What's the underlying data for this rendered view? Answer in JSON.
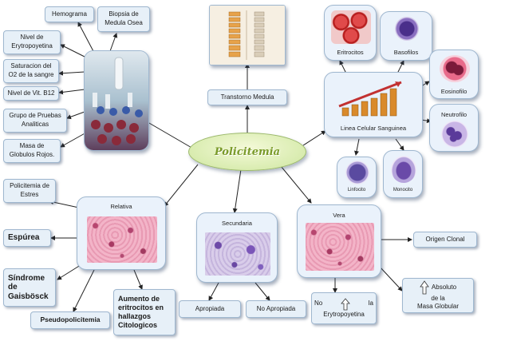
{
  "center": {
    "label": "Policitemia"
  },
  "causes": {
    "hemograma": "Hemograma",
    "biopsia": "Biopsia de Medula Osea",
    "nivel_eritropoyetina": "Nivel de Erytropoyetina",
    "saturacion": "Saturacion del O2 de la sangre",
    "nivel_b12": "Nivel de Vit. B12",
    "grupo_pruebas": "Grupo de Pruebas Analiticas",
    "masa_globulos": "Masa de Globulos Rojos."
  },
  "transtorno": {
    "label": "Transtorno Medula"
  },
  "linea": {
    "label": "Linea Celular Sanguinea",
    "eritrocitos": "Eritrocitos",
    "basofilos": "Basofilos",
    "eosinofilo": "Eosinofilo",
    "neutrofilo": "Neutrofilo",
    "linfocito": "Linfocito",
    "monocito": "Monocito"
  },
  "relativa": {
    "title": "Relativa",
    "estres": "Policitemia de Estres",
    "espurea": "Espúrea",
    "sindrome": "Síndrome de Gaisbösck",
    "pseudo": "Pseudopolicitemia",
    "aumento": "Aumento de eritrocitos en hallazgos Citologicos"
  },
  "secundaria": {
    "title": "Secundaria",
    "apropiada": "Apropiada",
    "no_apropiada": "No Apropiada"
  },
  "vera": {
    "title": "Vera",
    "origen": "Origen Clonal",
    "no_ery_pre": "No",
    "no_ery_post": "la",
    "no_ery_line2": "Erytropoyetina",
    "absoluto_1": "Absoluto",
    "absoluto_2": "de la",
    "absoluto_3": "Masa Globular"
  },
  "colors": {
    "box_bg": "#e7f0f8",
    "box_border": "#9fb7cf",
    "center_fill": "#d9ecb0",
    "center_text": "#7a9a2a",
    "arrow": "#222222"
  }
}
